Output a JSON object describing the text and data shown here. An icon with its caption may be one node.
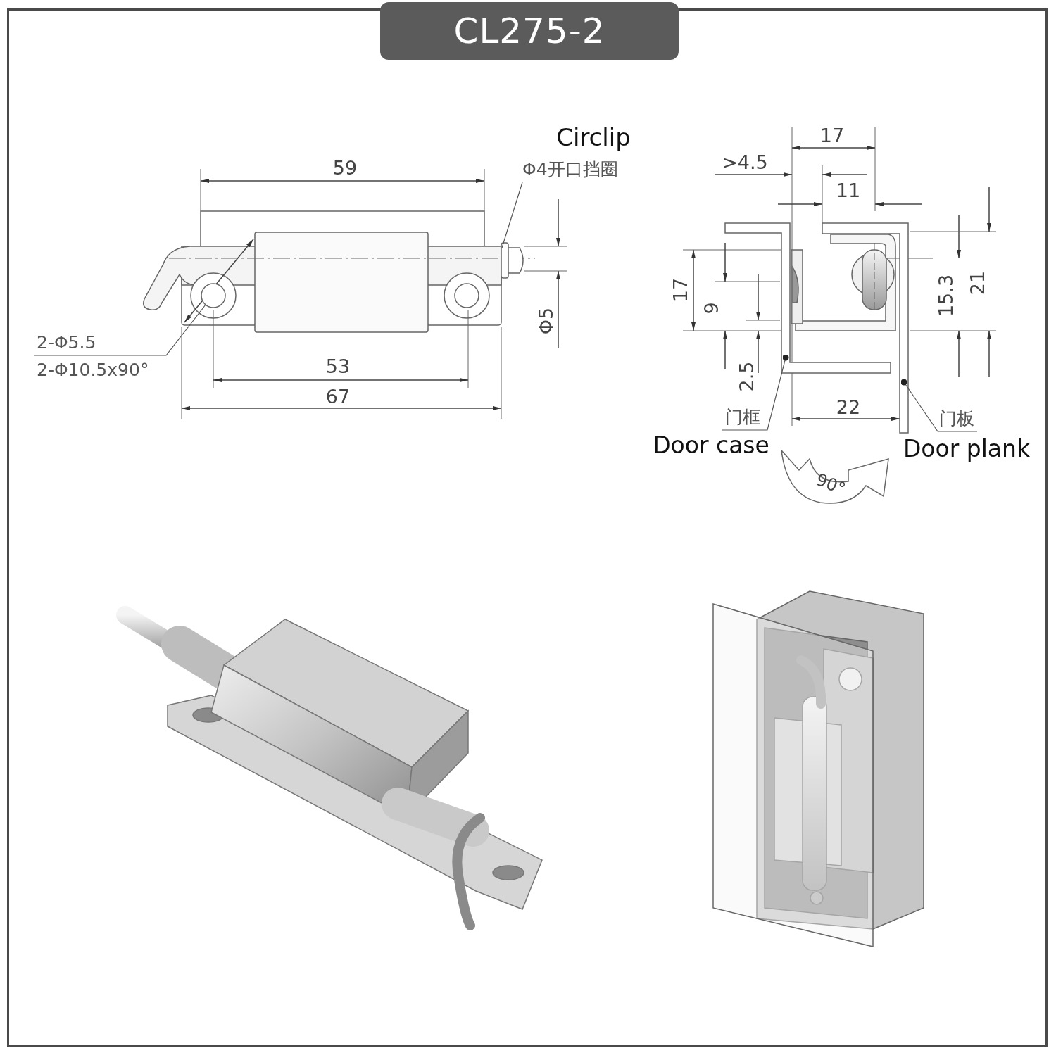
{
  "diagram": {
    "title": "CL275-2",
    "nodes": [
      {
        "text": [
          "Φ4开口挡圈"
        ]
      },
      {
        "text": [
          "2-Φ5.5",
          "2-Φ10.5x90°"
        ]
      },
      {
        "text": [
          "门框"
        ]
      },
      {
        "text": [
          "门板"
        ]
      },
      {
        "text": [],
        "shape": "picture"
      },
      {
        "text": [],
        "shape": "circle"
      },
      {
        "text": [],
        "shape": "picture"
      },
      {
        "text": [],
        "shape": "picture"
      }
    ],
    "edges": [
      {
        "from": 0,
        "to": 4,
        "arrow": "none"
      },
      {
        "from": 1,
        "to": 5,
        "arrow": "none"
      },
      {
        "from": 2,
        "to": 6,
        "arrow": "other"
      },
      {
        "from": 3,
        "to": 7,
        "arrow": "other"
      }
    ],
    "labels": [
      "Circlip",
      "59",
      "Φ5",
      "53",
      "67",
      "17",
      ">4.5",
      "11",
      "17",
      "9",
      "15.3",
      "21",
      "2.5",
      "22",
      "Door case",
      "Door plank",
      "90°"
    ]
  }
}
